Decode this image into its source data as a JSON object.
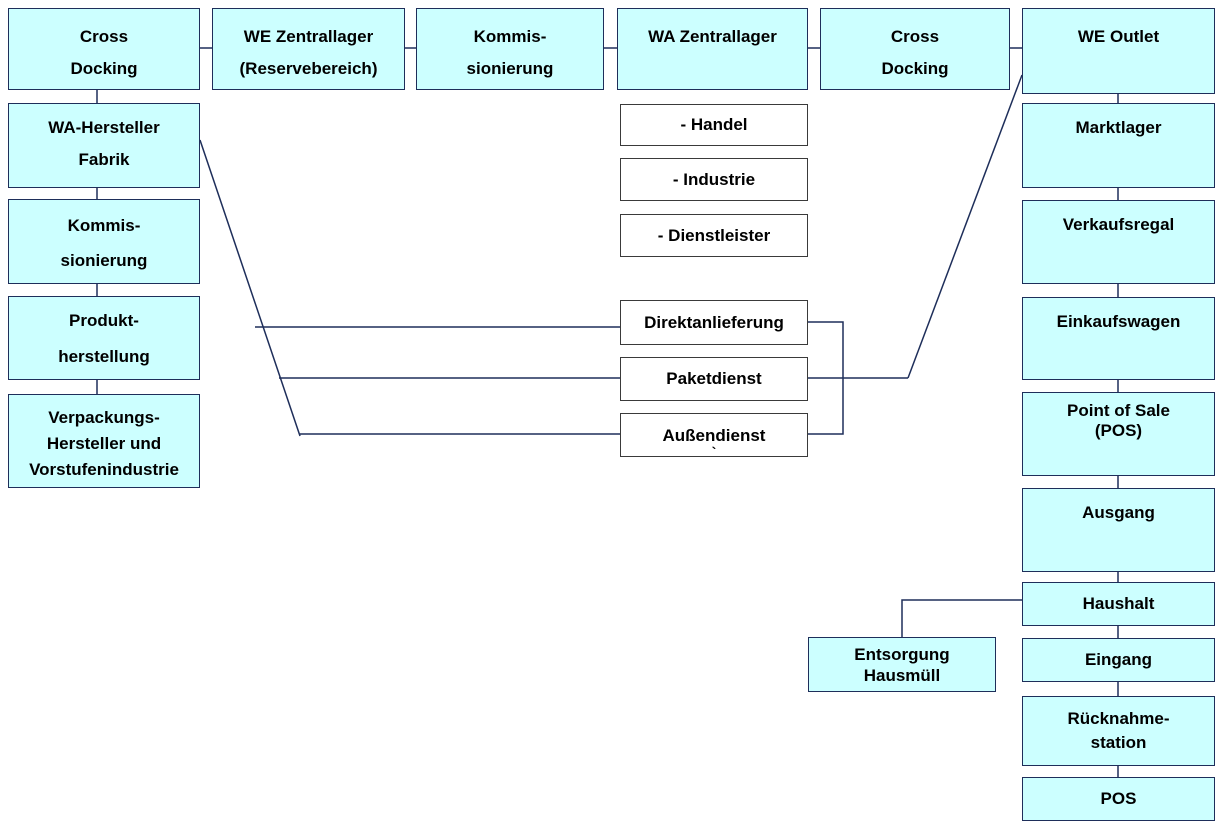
{
  "colors": {
    "box_fill": "#ccffff",
    "box_border": "#1e2e5a",
    "white_fill": "#ffffff",
    "line": "#1e2e5a"
  },
  "top_row": [
    {
      "lines": [
        "Cross",
        "Docking"
      ]
    },
    {
      "lines": [
        "WE Zentrallager",
        "(Reservebereich)"
      ]
    },
    {
      "lines": [
        "Kommis-",
        "sionierung"
      ]
    },
    {
      "lines": [
        "WA Zentrallager"
      ]
    },
    {
      "lines": [
        "Cross",
        "Docking"
      ]
    },
    {
      "lines": [
        "WE Outlet"
      ]
    }
  ],
  "left_column": [
    {
      "lines": [
        "WA-Hersteller",
        "Fabrik"
      ]
    },
    {
      "lines": [
        "Kommis-",
        "sionierung"
      ]
    },
    {
      "lines": [
        "Produkt-",
        "herstellung"
      ]
    },
    {
      "lines": [
        "Verpackungs-",
        "Hersteller und",
        "Vorstufenindustrie"
      ]
    }
  ],
  "wa_types": [
    {
      "lines": [
        "- Handel"
      ]
    },
    {
      "lines": [
        "- Industrie"
      ]
    },
    {
      "lines": [
        "- Dienstleister"
      ]
    }
  ],
  "delivery": [
    {
      "lines": [
        "Direktanlieferung"
      ]
    },
    {
      "lines": [
        "Paketdienst"
      ]
    },
    {
      "lines": [
        "Außendienst",
        "`"
      ]
    }
  ],
  "right_column": [
    {
      "lines": [
        "Marktlager"
      ]
    },
    {
      "lines": [
        "Verkaufsregal"
      ]
    },
    {
      "lines": [
        "Einkaufswagen"
      ]
    },
    {
      "lines": [
        "Point of Sale",
        "(POS)"
      ]
    },
    {
      "lines": [
        "Ausgang"
      ]
    },
    {
      "lines": [
        "Haushalt"
      ]
    },
    {
      "lines": [
        "Eingang"
      ]
    },
    {
      "lines": [
        "Rücknahme-",
        "station"
      ]
    },
    {
      "lines": [
        "POS"
      ]
    }
  ],
  "disposal": {
    "lines": [
      "Entsorgung",
      "Hausmüll"
    ]
  }
}
